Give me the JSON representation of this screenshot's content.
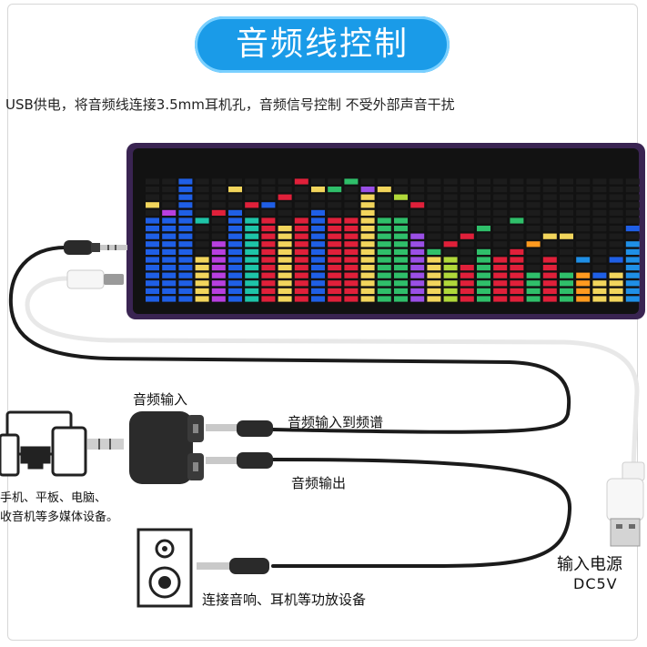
{
  "header": {
    "title": "音频线控制",
    "subtitle": "USB供电，将音频线连接3.5mm耳机孔，音频信号控制 不受外部声音干扰"
  },
  "labels": {
    "audio_input": "音频输入",
    "to_spectrum": "音频输入到频谱",
    "audio_output": "音频输出",
    "devices_line1": "手机、平板、电脑、",
    "devices_line2": "收音机等多媒体设备。",
    "speaker_connect": "连接音响、耳机等功放设备",
    "power_input": "输入电源",
    "power_spec": "DC5V"
  },
  "icons": {
    "devices": "phone-tablet-computer-icon",
    "speaker": "speaker-icon",
    "splitter": "audio-splitter-adapter",
    "usb": "usb-plug-icon"
  },
  "spectrum": {
    "bar_levels": [
      11,
      11,
      15,
      6,
      8,
      12,
      11,
      11,
      10,
      11,
      12,
      11,
      11,
      14,
      11,
      11,
      9,
      6,
      6,
      5,
      7,
      5,
      7,
      4,
      6,
      4,
      4,
      3,
      4,
      8
    ],
    "peak_levels": [
      13,
      12,
      16,
      11,
      12,
      15,
      13,
      13,
      14,
      16,
      15,
      15,
      16,
      15,
      15,
      14,
      13,
      7,
      8,
      9,
      10,
      6,
      11,
      8,
      9,
      9,
      6,
      4,
      6,
      10
    ],
    "colors": [
      "#1f5fe6",
      "#1f5fe6",
      "#1f5fe6",
      "#f2d55c",
      "#b83fe0",
      "#1f5fe6",
      "#1ec4a8",
      "#e0203a",
      "#f2d55c",
      "#e0203a",
      "#1f5fe6",
      "#e0203a",
      "#e0203a",
      "#f2d55c",
      "#2fbf6a",
      "#2fbf6a",
      "#9a4fe6",
      "#f2d55c",
      "#b0d83a",
      "#e0203a",
      "#2fbf6a",
      "#e0203a",
      "#e0203a",
      "#2fbf6a",
      "#e0203a",
      "#2fbf6a",
      "#ff9a1f",
      "#f2d55c",
      "#f2d55c",
      "#1f8fe6"
    ],
    "background": "#121212",
    "rim": "#4a2f6a"
  }
}
